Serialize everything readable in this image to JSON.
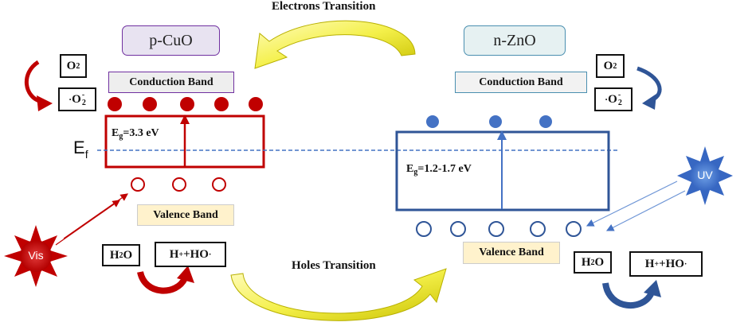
{
  "title_top": "Electrons Transition",
  "title_bottom": "Holes Transition",
  "left": {
    "material": "p-CuO",
    "conduction_band": "Conduction Band",
    "valence_band": "Valence Band",
    "bandgap_symbol": "E",
    "bandgap_subscript": "g",
    "bandgap_value": "=3.3 eV",
    "fermi_symbol": "E",
    "fermi_subscript": "f",
    "light": "Vis",
    "reactant_o2": {
      "base": "O",
      "sub": "2"
    },
    "product_superoxide": {
      "dot": "·",
      "base": "O",
      "sup": "-",
      "sub": "2"
    },
    "reactant_h2o": {
      "base": "H",
      "sub": "2",
      "tail": "O"
    },
    "product_hydroxyl": {
      "h": "H",
      "plus": "+",
      "rest": "+HO",
      "dot": "·"
    },
    "colors": {
      "accent": "#c00000",
      "material_border": "#7030a0",
      "material_fill": "#e8e3f1",
      "cb_border": "#7030a0",
      "cb_fill": "#eeeeee",
      "vb_fill": "#fff2cc"
    }
  },
  "right": {
    "material": "n-ZnO",
    "conduction_band": "Conduction Band",
    "valence_band": "Valence Band",
    "bandgap_symbol": "E",
    "bandgap_subscript": "g",
    "bandgap_value": "=1.2-1.7 eV",
    "light": "UV",
    "reactant_o2": {
      "base": "O",
      "sub": "2"
    },
    "product_superoxide": {
      "dot": "·",
      "base": "O",
      "sup": "-",
      "sub": "2"
    },
    "reactant_h2o": {
      "base": "H",
      "sub": "2",
      "tail": "O"
    },
    "product_hydroxyl": {
      "h": "H",
      "plus": "+",
      "rest": "+HO",
      "dot": "·"
    },
    "colors": {
      "accent": "#2f5597",
      "material_border": "#4a8fb0",
      "material_fill": "#e6f1f2",
      "cb_border": "#4a8fb0",
      "cb_fill": "#f2f2f2",
      "vb_fill": "#fff2cc"
    }
  },
  "arrow_color": "#d4d400"
}
